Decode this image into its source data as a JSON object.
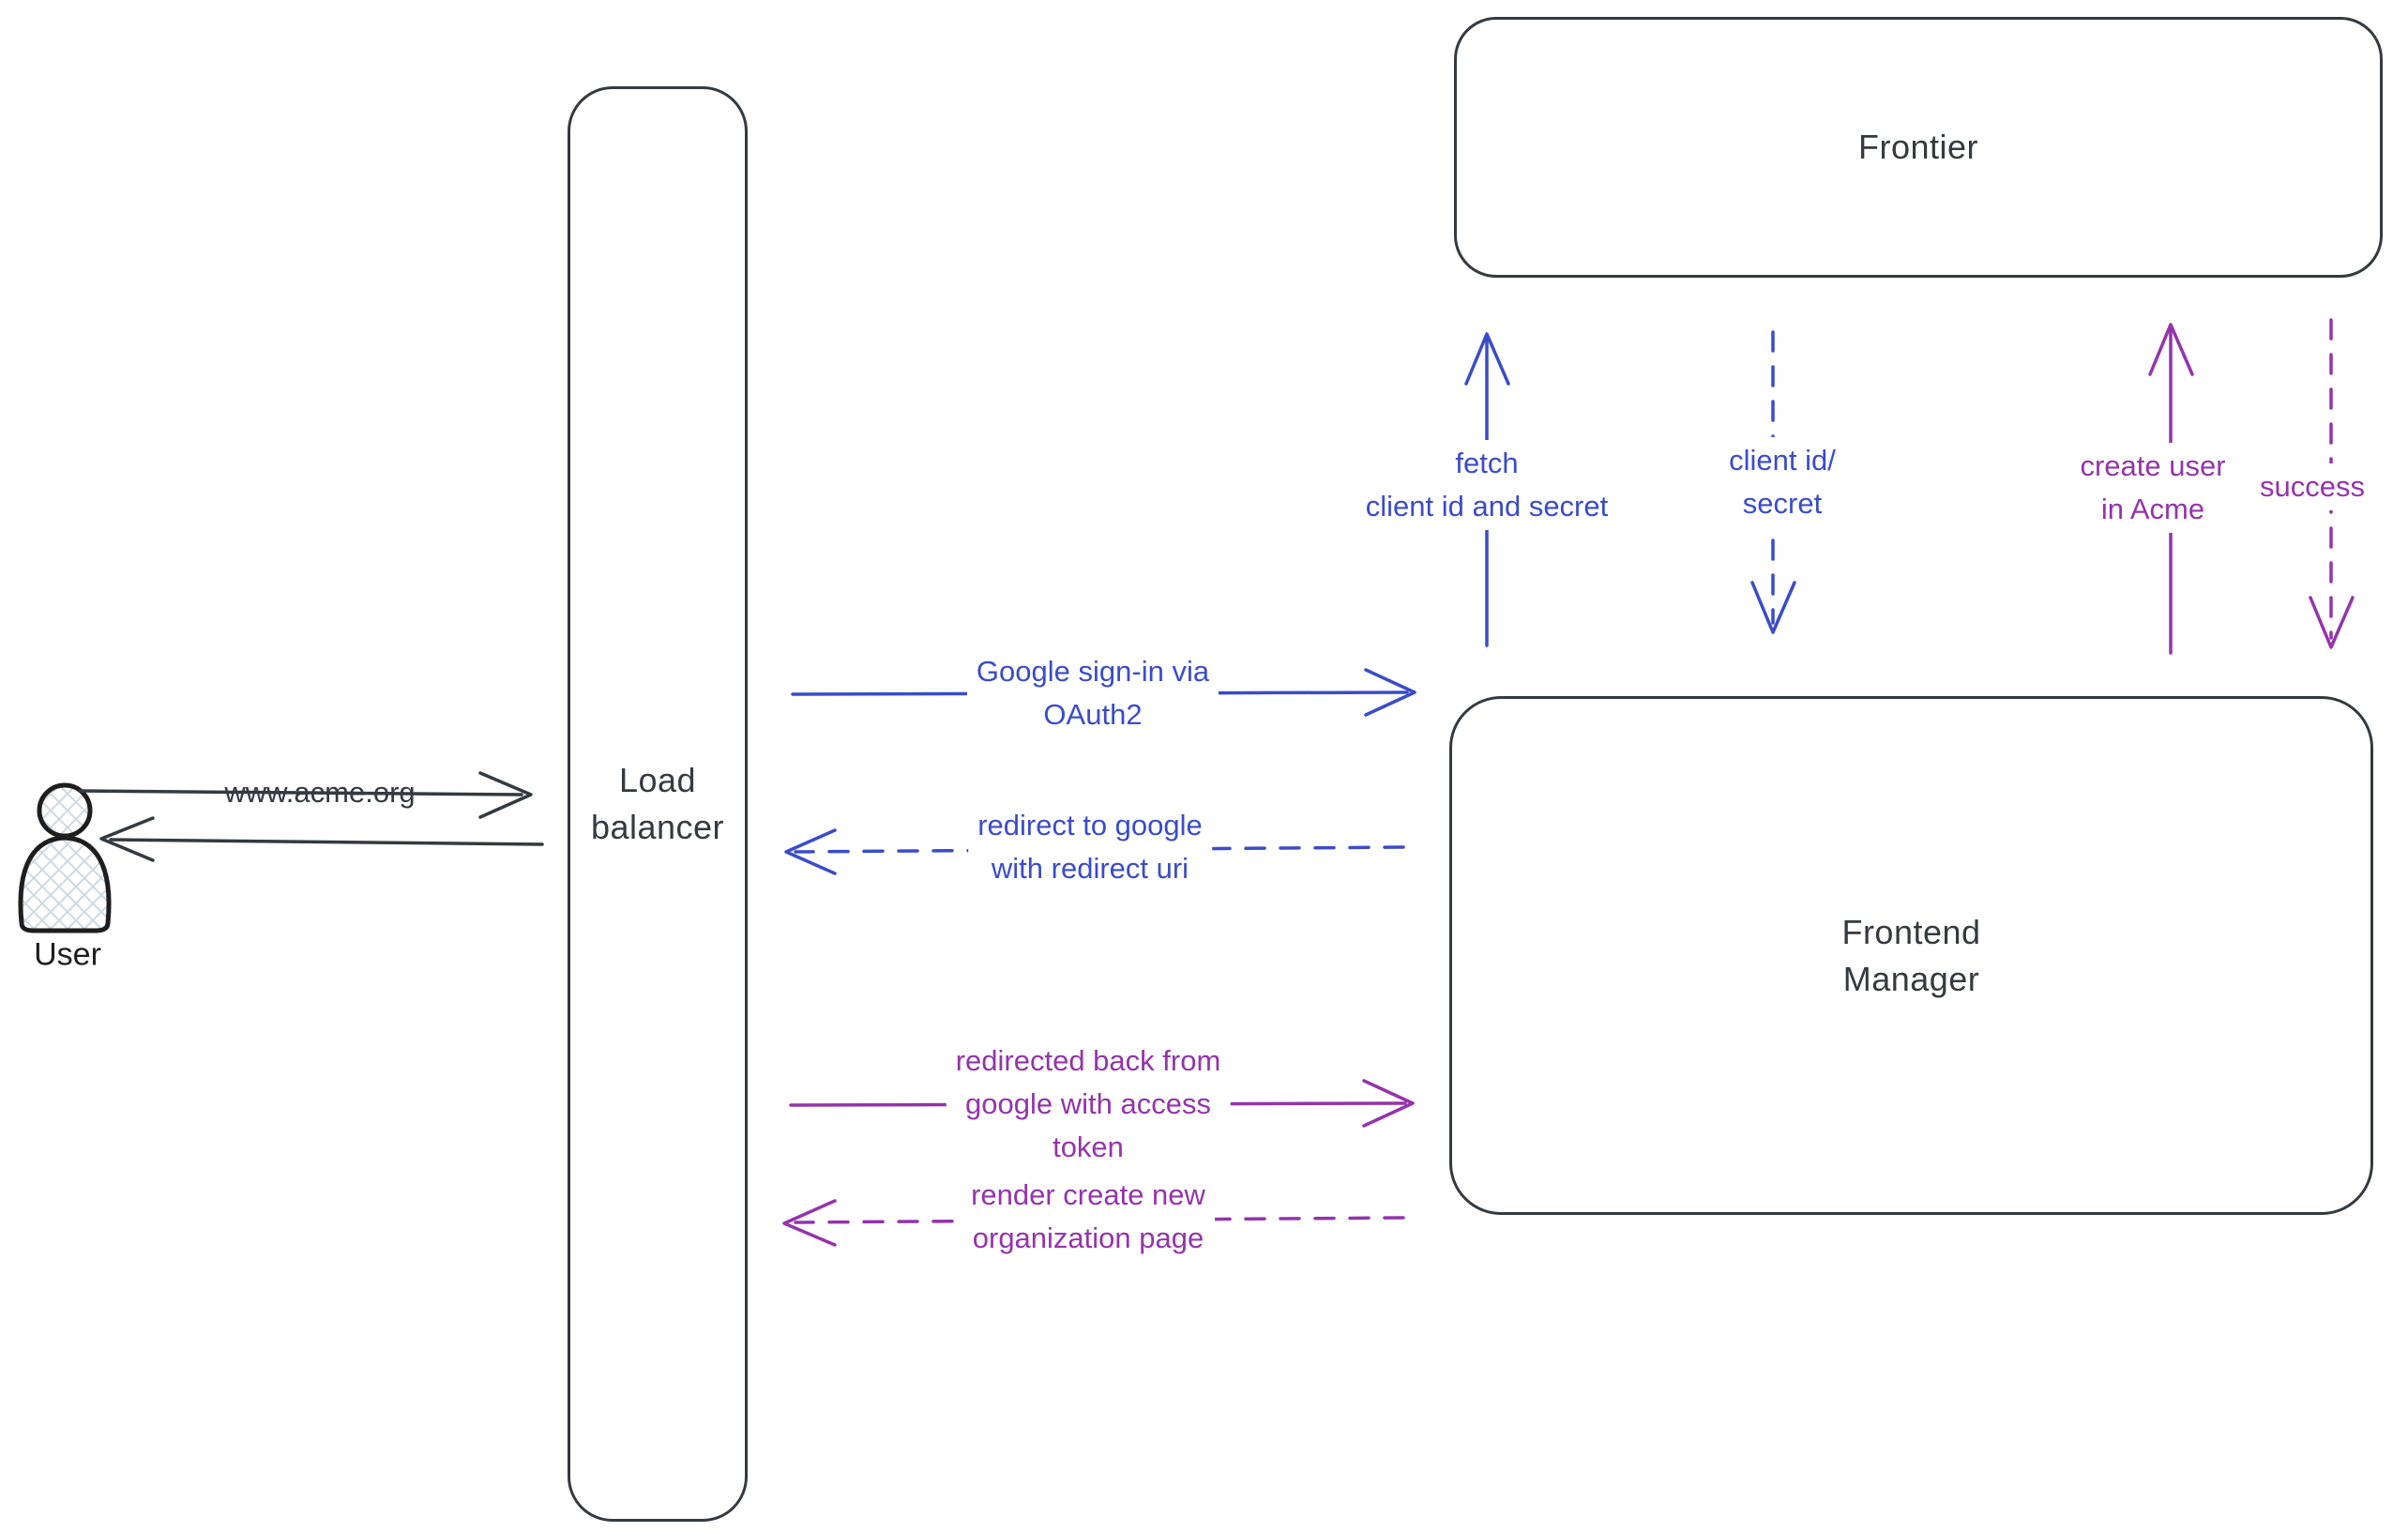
{
  "colors": {
    "ink": "#343a40",
    "blue": "#3a4cc9",
    "purple": "#9434ab"
  },
  "nodes": {
    "user": {
      "label": "User"
    },
    "load_balancer": {
      "lines": [
        "Load",
        "balancer"
      ]
    },
    "frontier": {
      "label": "Frontier"
    },
    "frontend_manager": {
      "lines": [
        "Frontend",
        "Manager"
      ]
    }
  },
  "edges": {
    "www_acme": {
      "label": "www.acme.org",
      "style": "solid",
      "color": "ink",
      "direction": "right"
    },
    "lb_return": {
      "label": "",
      "style": "solid",
      "color": "ink",
      "direction": "left"
    },
    "google_signin": {
      "lines": [
        "Google sign-in via",
        "OAuth2"
      ],
      "style": "solid",
      "color": "blue",
      "direction": "right"
    },
    "redirect_google": {
      "lines": [
        "redirect to google",
        "with redirect uri"
      ],
      "style": "dashed",
      "color": "blue",
      "direction": "left"
    },
    "fetch_client": {
      "lines": [
        "fetch",
        "client id and secret"
      ],
      "style": "solid",
      "color": "blue",
      "direction": "up"
    },
    "client_id_secret": {
      "lines": [
        "client id/",
        "secret"
      ],
      "style": "dashed",
      "color": "blue",
      "direction": "down"
    },
    "create_user": {
      "lines": [
        "create user",
        "in Acme"
      ],
      "style": "solid",
      "color": "purple",
      "direction": "up"
    },
    "success": {
      "label": "success",
      "style": "dashed",
      "color": "purple",
      "direction": "down"
    },
    "redirected_back": {
      "lines": [
        "redirected back from",
        "google with access",
        "token"
      ],
      "style": "solid",
      "color": "purple",
      "direction": "right"
    },
    "render_page": {
      "lines": [
        "render create new",
        "organization page"
      ],
      "style": "dashed",
      "color": "purple",
      "direction": "left"
    }
  }
}
